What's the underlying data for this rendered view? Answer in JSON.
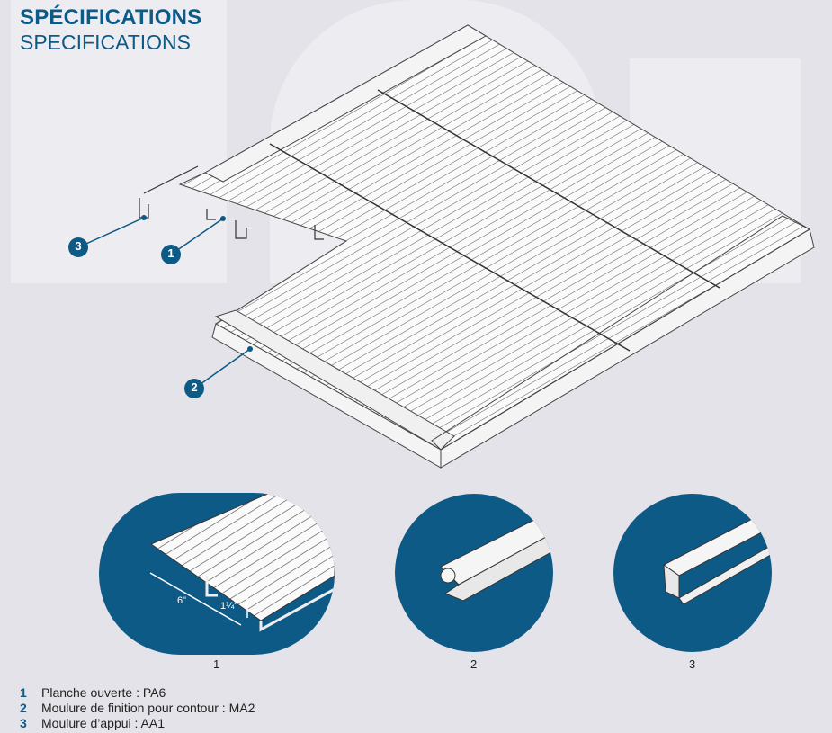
{
  "header": {
    "title_fr": "SPÉCIFICATIONS",
    "title_en": "SPECIFICATIONS"
  },
  "callouts": [
    "1",
    "2",
    "3"
  ],
  "detail_views": [
    {
      "caption": "1",
      "dim_width": "6\"",
      "dim_height": "1¼\""
    },
    {
      "caption": "2"
    },
    {
      "caption": "3"
    }
  ],
  "legend": [
    {
      "num": "1",
      "text": "Planche ouverte : PA6"
    },
    {
      "num": "2",
      "text": "Moulure de finition pour contour : MA2"
    },
    {
      "num": "3",
      "text": "Moulure d’appui : AA1"
    }
  ],
  "colors": {
    "accent": "#0e5a86",
    "background": "#e3e3e9"
  }
}
